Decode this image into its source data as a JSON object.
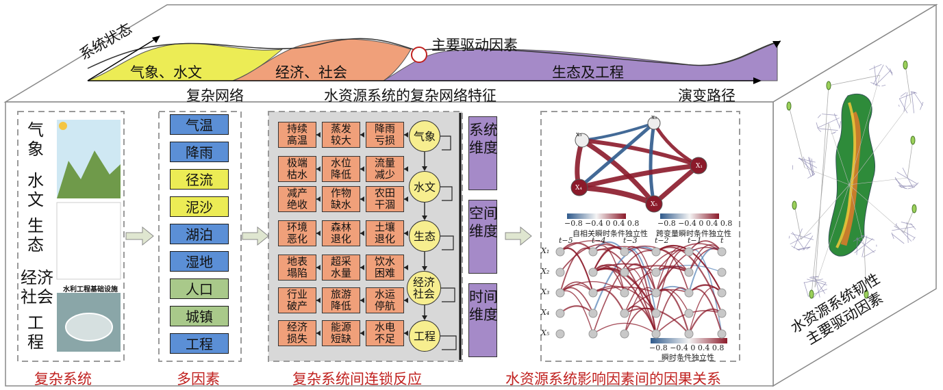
{
  "top": {
    "axis_label": "系统状态",
    "band_labels": [
      "气象、水文",
      "经济、社会",
      "生态及工程"
    ],
    "driver_label": "主要驱动因素",
    "bottom_labels": [
      "复杂网络",
      "水资源系统的复杂网络特征",
      "演变路径"
    ],
    "colors": {
      "yellow": "#ecec55",
      "orange": "#f0a07a",
      "purple": "#a58ac8"
    }
  },
  "system": {
    "labels": [
      "气\n象",
      "水\n文",
      "生\n态",
      "经济\n社会",
      "工\n程"
    ],
    "infra_caption": "水利工程基础设施",
    "caption": "复杂系统"
  },
  "factors": {
    "items": [
      {
        "label": "气温",
        "color": "#5b8fd6"
      },
      {
        "label": "降雨",
        "color": "#5b8fd6"
      },
      {
        "label": "径流",
        "color": "#ecec55"
      },
      {
        "label": "泥沙",
        "color": "#ecec55"
      },
      {
        "label": "湖泊",
        "color": "#5b8fd6"
      },
      {
        "label": "湿地",
        "color": "#5b8fd6"
      },
      {
        "label": "人口",
        "color": "#a9c98a"
      },
      {
        "label": "城镇",
        "color": "#a9c98a"
      },
      {
        "label": "工程",
        "color": "#5b8fd6"
      }
    ],
    "caption": "多因素"
  },
  "chain": {
    "rows": [
      [
        "持续\n高温",
        "蒸发\n较大",
        "降雨\n亏损"
      ],
      [
        "极端\n枯水",
        "水位\n降低",
        "流量\n减少"
      ],
      [
        "减产\n绝收",
        "作物\n缺水",
        "农田\n干涸"
      ],
      [
        "环境\n恶化",
        "森林\n退化",
        "土壤\n退化"
      ],
      [
        "地表\n塌陷",
        "超采\n水量",
        "饮水\n困难"
      ],
      [
        "行业\n破产",
        "旅游\n降低",
        "水运\n停航"
      ],
      [
        "经济\n损失",
        "能源\n短缺",
        "水电\n不足"
      ]
    ],
    "nodes": [
      "气象",
      "水文",
      "生态",
      "经济\n社会",
      "工程"
    ],
    "caption": "复杂系统间连锁反应"
  },
  "dimensions": [
    "系统\n维度",
    "空间\n维度",
    "时间\n维度"
  ],
  "causal": {
    "caption": "水资源系统影响因素间的因果关系",
    "colorbar_ticks": [
      "−0.8 −0.4 0 0.4 0.8",
      "−0.8 −0.4 0 0.4 0.8",
      "−0.8 −0.4  0  0.4  0.8"
    ],
    "colorbar_titles": [
      "自相关瞬时条件独立性",
      "跨变量瞬时条件独立性",
      "瞬时条件独立性"
    ],
    "time_labels": [
      "t−5",
      "t−4",
      "t−3",
      "t−2",
      "t−1",
      "t"
    ],
    "var_labels": [
      "X₁",
      "X₂",
      "X₃",
      "X₄",
      "X₅"
    ],
    "graph_nodes": [
      "x₃",
      "x₂",
      "X₁",
      "X₄",
      "X₅"
    ]
  },
  "right": {
    "caption": "水资源系统韧性\n主要驱动因素"
  }
}
